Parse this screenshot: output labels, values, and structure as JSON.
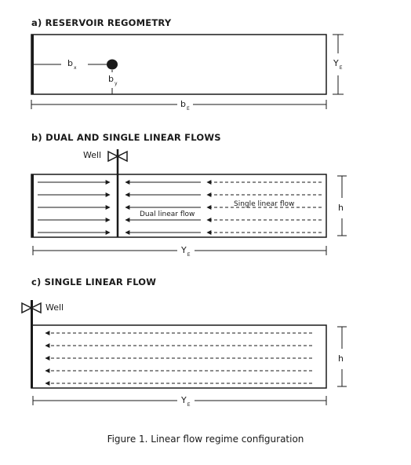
{
  "panel_a": {
    "heading": "a) RESERVOIR REGOMETRY",
    "bx_main": "b",
    "bx_sub": "x",
    "by_main": "b",
    "by_sub": "y",
    "ye_main": "Y",
    "ye_sub": "E",
    "be_main": "b",
    "be_sub": "E"
  },
  "panel_b": {
    "heading": "b) DUAL AND SINGLE LINEAR FLOWS",
    "well_label": "Well",
    "single_flow_label": "Single linear flow",
    "dual_flow_label": "Dual linear flow",
    "h_label": "h",
    "ye_main": "Y",
    "ye_sub": "E"
  },
  "panel_c": {
    "heading": "c) SINGLE LINEAR FLOW",
    "well_label": "Well",
    "h_label": "h",
    "ye_main": "Y",
    "ye_sub": "E"
  },
  "caption": "Figure 1. Linear flow regime configuration"
}
